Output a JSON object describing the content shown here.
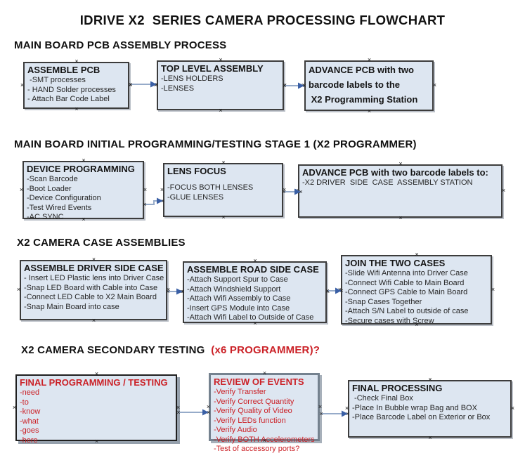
{
  "title": "IDRIVE X2  SERIES CAMERA PROCESSING FLOWCHART",
  "icons": {
    "selection_handle": "×",
    "arrow_endpoint": "×"
  },
  "colors": {
    "box_fill": "#dde6f1",
    "box_border": "#3c3c3c",
    "red_text": "#cb2127",
    "arrow_line": "#96abc9",
    "arrow_head": "#3a5fa5",
    "text": "#1f1f1f"
  },
  "sections": [
    {
      "header": "MAIN BOARD PCB ASSEMBLY PROCESS",
      "header_red": "",
      "boxes": [
        {
          "title": "ASSEMBLE PCB",
          "items": [
            " -SMT processes",
            "- HAND Solder processes",
            "- Attach Bar Code Label"
          ]
        },
        {
          "title": "TOP LEVEL ASSEMBLY",
          "items": [
            "-LENS HOLDERS",
            "-LENSES"
          ]
        },
        {
          "title": "",
          "items": [
            "ADVANCE PCB with two",
            "barcode labels to the",
            " X2 Programming Station"
          ]
        }
      ]
    },
    {
      "header": "MAIN BOARD INITIAL PROGRAMMING/TESTING STAGE 1 (X2 PROGRAMMER)",
      "header_red": "",
      "boxes": [
        {
          "title": "DEVICE PROGRAMMING",
          "items": [
            "-Scan Barcode",
            "-Boot Loader",
            "-Device Configuration",
            "-Test Wired Events",
            "-AC SYNC"
          ]
        },
        {
          "title": "LENS FOCUS",
          "items": [
            "-FOCUS BOTH LENSES",
            "-GLUE LENSES"
          ]
        },
        {
          "title": "ADVANCE PCB with two barcode labels to:",
          "items": [
            "-X2 DRIVER  SIDE  CASE  ASSEMBLY STATION"
          ]
        }
      ]
    },
    {
      "header": "X2 CAMERA CASE ASSEMBLIES",
      "header_red": "",
      "boxes": [
        {
          "title": "ASSEMBLE DRIVER SIDE CASE",
          "items": [
            "- Insert LED Plastic lens into Driver Case",
            "-Snap LED Board with Cable into Case",
            "-Connect LED Cable to X2 Main Board",
            "-Snap Main Board into case"
          ]
        },
        {
          "title": "ASSEMBLE ROAD SIDE CASE",
          "items": [
            "-Attach Support Spur to Case",
            "-Attach Windshield Support",
            "-Attach Wifi Assembly to Case",
            "-Insert GPS Module into Case",
            "-Attach Wifi Label to Outside of Case"
          ]
        },
        {
          "title": "JOIN THE TWO CASES",
          "items": [
            "-Slide Wifi Antenna into Driver Case",
            "-Connect Wifi Cable to Main Board",
            "-Connect GPS Cable to Main Board",
            "-Snap Cases Together",
            "-Attach S/N Label to outside of case",
            "-Secure cases with Screw"
          ]
        }
      ]
    },
    {
      "header": "X2 CAMERA SECONDARY TESTING  ",
      "header_red": "(x6 PROGRAMMER)?",
      "boxes": [
        {
          "title": "FINAL PROGRAMMING / TESTING",
          "items": [
            "-need",
            "-to",
            "-know",
            "-what",
            "-goes",
            "-here"
          ]
        },
        {
          "title": "REVIEW OF EVENTS",
          "items": [
            "-Verify Transfer",
            "-Verify Correct Quantity",
            "-Verify Quality of Video",
            "-Verify LEDs function",
            "-Verify Audio",
            "-Verify BOTH Accelerometers",
            "-Test of accessory ports?"
          ]
        },
        {
          "title": "FINAL PROCESSING",
          "items": [
            " -Check Final Box",
            "-Place In Bubble wrap Bag and BOX",
            "-Place Barcode Label on Exterior or Box"
          ]
        }
      ]
    }
  ]
}
